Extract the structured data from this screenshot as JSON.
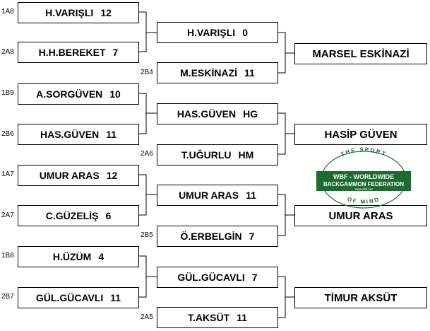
{
  "round1": [
    {
      "seed": "1A8",
      "name": "H.VARIŞLI",
      "score": "12"
    },
    {
      "seed": "2A8",
      "name": "H.H.BEREKET",
      "score": "7"
    },
    {
      "seed": "1B9",
      "name": "A.SORGÜVEN",
      "score": "10"
    },
    {
      "seed": "2B6",
      "name": "HAS.GÜVEN",
      "score": "11"
    },
    {
      "seed": "1A7",
      "name": "UMUR ARAS",
      "score": "12"
    },
    {
      "seed": "2A7",
      "name": "C.GÜZELİŞ",
      "score": "6"
    },
    {
      "seed": "1B8",
      "name": "H.ÜZÜM",
      "score": "4"
    },
    {
      "seed": "2B7",
      "name": "GÜL.GÜCAVLI",
      "score": "11"
    }
  ],
  "round2": [
    {
      "seed": "",
      "name": "H.VARIŞLI",
      "score": "0"
    },
    {
      "seed": "2B4",
      "name": "M.ESKİNAZİ",
      "score": "11"
    },
    {
      "seed": "",
      "name": "HAS.GÜVEN",
      "score": "HG"
    },
    {
      "seed": "2A6",
      "name": "T.UĞURLU",
      "score": "HM"
    },
    {
      "seed": "",
      "name": "UMUR ARAS",
      "score": "11"
    },
    {
      "seed": "2B5",
      "name": "Ö.ERBELGİN",
      "score": "7"
    },
    {
      "seed": "",
      "name": "GÜL.GÜCAVLI",
      "score": "7"
    },
    {
      "seed": "2A5",
      "name": "T.AKSÜT",
      "score": "11"
    }
  ],
  "winners": [
    "MARSEL ESKİNAZİ",
    "HASİP GÜVEN",
    "UMUR ARAS",
    "TİMUR AKSÜT"
  ],
  "logo": {
    "top_text": "THE SPORT",
    "line1": "WBF - WORLDWIDE",
    "line2": "BACKGAMMON FEDERATION",
    "url": "www.wbf.net",
    "bottom_text": "OF MIND",
    "color": "#1d6b2e"
  }
}
